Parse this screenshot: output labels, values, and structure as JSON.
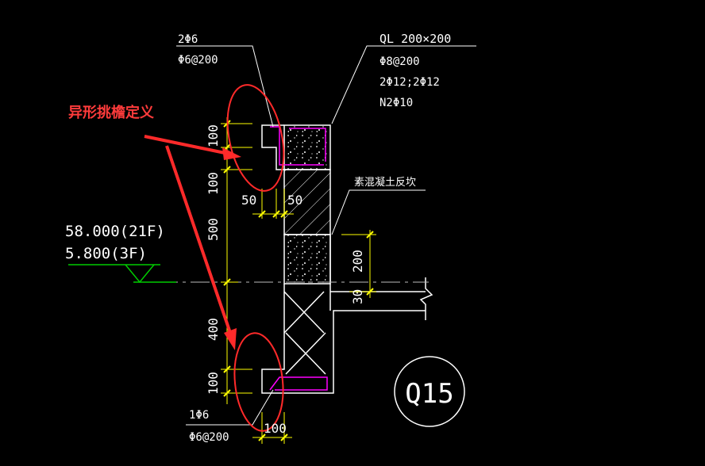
{
  "annotation": {
    "label": "异形挑檐定义",
    "color": "#ff3b3b"
  },
  "rebar_top": {
    "line1": "2Φ6",
    "line2": "Φ6@200"
  },
  "rebar_bottom": {
    "line1": "1Φ6",
    "line2": "Φ6@200"
  },
  "beam": {
    "line1": "QL 200×200",
    "line2": "Φ8@200",
    "line3": "2Φ12;2Φ12",
    "line4": "N2Φ10"
  },
  "backfill_note": "素混凝土反坎",
  "elevation": {
    "line1": "58.000(21F)",
    "line2": "5.800(3F)"
  },
  "dimensions": {
    "left_100_top": "100",
    "left_100_b": "100",
    "left_500": "500",
    "left_400": "400",
    "left_100_bottom": "100",
    "bottom_50a": "50",
    "bottom_50b": "50",
    "bottom_100": "100",
    "right_200": "200",
    "right_30": "30"
  },
  "section_tag": "Q15",
  "colors": {
    "background": "#000000",
    "lines": "#ffffff",
    "dimension": "#ffff00",
    "rebar": "#ff00ff",
    "elevation_mark": "#00cc00",
    "axis": "#bbbbbb"
  }
}
